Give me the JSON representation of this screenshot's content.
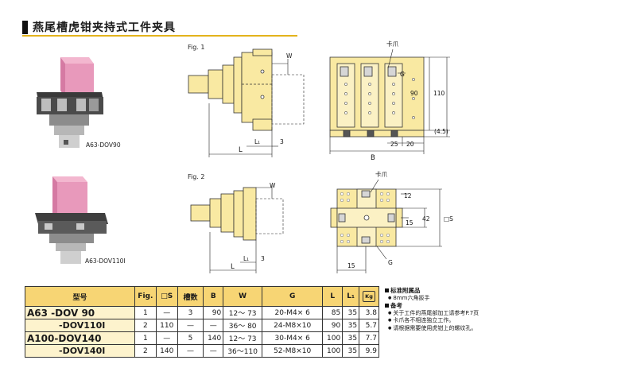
{
  "title": "燕尾槽虎钳夹持式工件夹具",
  "photos": [
    {
      "caption": "A63-DOV90"
    },
    {
      "caption": "A63-DOV110Ⅰ"
    }
  ],
  "fig1": {
    "label": "Fig. 1",
    "dims": {
      "W": "W",
      "L": "L",
      "L1": "L₁",
      "three": "3",
      "G": "G",
      "d90": "90",
      "d110": "110",
      "d45": "(4.5)",
      "d25": "25",
      "d20": "20",
      "B": "B",
      "claw": "卡爪"
    }
  },
  "fig2": {
    "label": "Fig. 2",
    "dims": {
      "W": "W",
      "L": "L",
      "L1": "L₁",
      "three": "3",
      "claw": "卡爪",
      "d12": "12",
      "d15a": "15",
      "d42": "42",
      "S": "□S",
      "G": "G",
      "d15b": "15"
    }
  },
  "table": {
    "headers": {
      "model": "型号",
      "fig": "Fig.",
      "s": "□S",
      "slots": "槽数",
      "b": "B",
      "w": "W",
      "g": "G",
      "l": "L",
      "l1": "L₁",
      "kg": "Kg"
    },
    "rows": [
      {
        "model": "A63  -DOV  90",
        "fig": "1",
        "s": "—",
        "slots": "3",
        "b": "90",
        "w": "12～ 73",
        "g": "20-M4×  6",
        "l": "85",
        "l1": "35",
        "kg": "3.8"
      },
      {
        "model": "-DOV110Ⅰ",
        "fig": "2",
        "s": "110",
        "slots": "—",
        "b": "—",
        "w": "36～  80",
        "g": "24-M8×10",
        "l": "90",
        "l1": "35",
        "kg": "5.7"
      },
      {
        "model": "A100-DOV140",
        "fig": "1",
        "s": "—",
        "slots": "5",
        "b": "140",
        "w": "12～ 73",
        "g": "30-M4×  6",
        "l": "100",
        "l1": "35",
        "kg": "7.7"
      },
      {
        "model": "-DOV140Ⅰ",
        "fig": "2",
        "s": "140",
        "slots": "—",
        "b": "—",
        "w": "36～110",
        "g": "52-M8×10",
        "l": "100",
        "l1": "35",
        "kg": "9.9"
      }
    ]
  },
  "notes": {
    "accessory_heading": "标准附属品",
    "accessory_items": [
      "8mm六角扳手"
    ],
    "remarks_heading": "备考",
    "remarks_items": [
      "关于工件的燕尾部加工请参考P.7页",
      "卡爪各不相连独立工作。",
      "请根据需要使用虎钳上的螺纹孔。"
    ]
  },
  "colors": {
    "accent": "#e3b31c",
    "part_fill": "#f9e9a2",
    "header_fill": "#f7d574"
  }
}
